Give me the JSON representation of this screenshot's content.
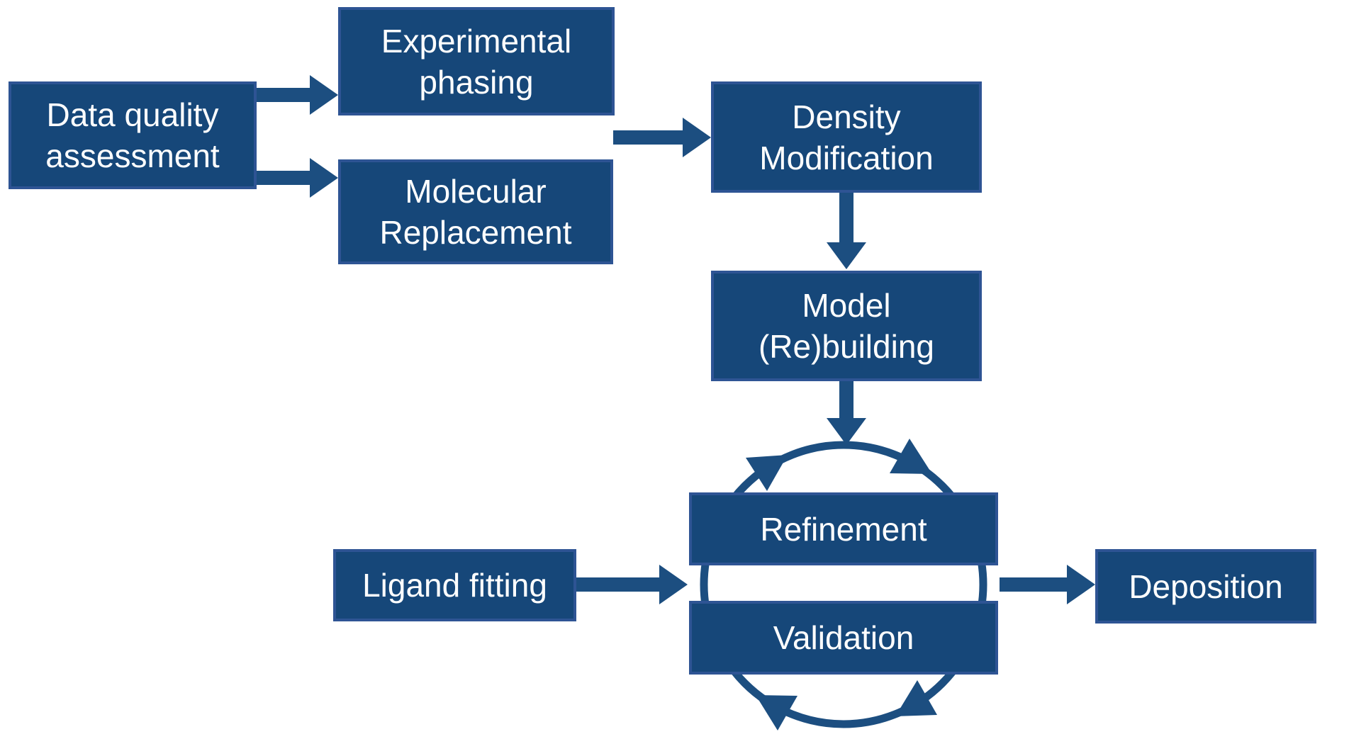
{
  "colors": {
    "box_fill": "#164779",
    "box_border": "#2E5494",
    "arrow": "#1C4E80",
    "text": "#FFFFFF",
    "background": "#FFFFFF"
  },
  "nodes": {
    "data_quality": {
      "line1": "Data quality",
      "line2": "assessment"
    },
    "experimental_phasing": {
      "line1": "Experimental",
      "line2": "phasing"
    },
    "molecular_replacement": {
      "line1": "Molecular",
      "line2": "Replacement"
    },
    "density_modification": {
      "line1": "Density",
      "line2": "Modification"
    },
    "model_rebuilding": {
      "line1": "Model",
      "line2": "(Re)building"
    },
    "refinement": {
      "label": "Refinement"
    },
    "validation": {
      "label": "Validation"
    },
    "ligand_fitting": {
      "label": "Ligand fitting"
    },
    "deposition": {
      "label": "Deposition"
    }
  },
  "edges": [
    {
      "from": "data_quality_assessment",
      "to": "experimental_phasing"
    },
    {
      "from": "data_quality_assessment",
      "to": "molecular_replacement"
    },
    {
      "from": "experimental_phasing & molecular_replacement",
      "to": "density_modification"
    },
    {
      "from": "density_modification",
      "to": "model_rebuilding"
    },
    {
      "from": "model_rebuilding",
      "to": "refinement_validation_cycle"
    },
    {
      "from": "ligand_fitting",
      "to": "refinement_validation_cycle"
    },
    {
      "from": "refinement_validation_cycle",
      "to": "deposition"
    },
    {
      "type": "cycle",
      "around": [
        "refinement",
        "validation"
      ],
      "direction": "clockwise"
    }
  ]
}
